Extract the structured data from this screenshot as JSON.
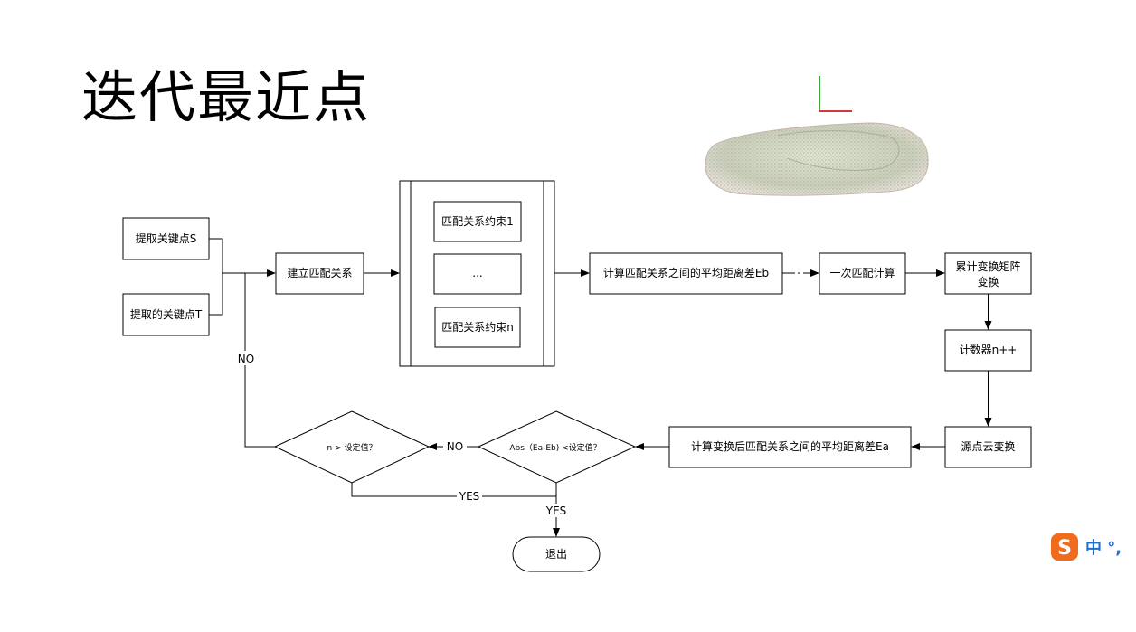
{
  "slide": {
    "title": "迭代最近点"
  },
  "flow": {
    "extract_s": "提取关键点S",
    "extract_t": "提取的关键点T",
    "build_match": "建立匹配关系",
    "constraint_1": "匹配关系约束1",
    "constraint_mid": "...",
    "constraint_n": "匹配关系约束n",
    "calc_eb": "计算匹配关系之间的平均距离差Eb",
    "one_match": "一次匹配计算",
    "accum_line1": "累计变换矩阵",
    "accum_line2": "变换",
    "counter": "计数器n++",
    "source_transform": "源点云变换",
    "calc_ea": "计算变换后匹配关系之间的平均距离差Ea",
    "decision_abs": "Abs（Ea-Eb) <设定值？",
    "decision_n": "n > 设定值？",
    "exit": "退出",
    "no_label_1": "NO",
    "no_label_2": "NO",
    "yes_label_1": "YES",
    "yes_label_2": "YES"
  },
  "ime": {
    "logo_letter": "S",
    "chars": "中 °,"
  },
  "colors": {
    "axis_green": "#3aa83a",
    "axis_red": "#d23a3a",
    "cloud": "#b9c2a8",
    "ime_orange": "#f26b1d",
    "ime_blue": "#1a6fd1"
  }
}
